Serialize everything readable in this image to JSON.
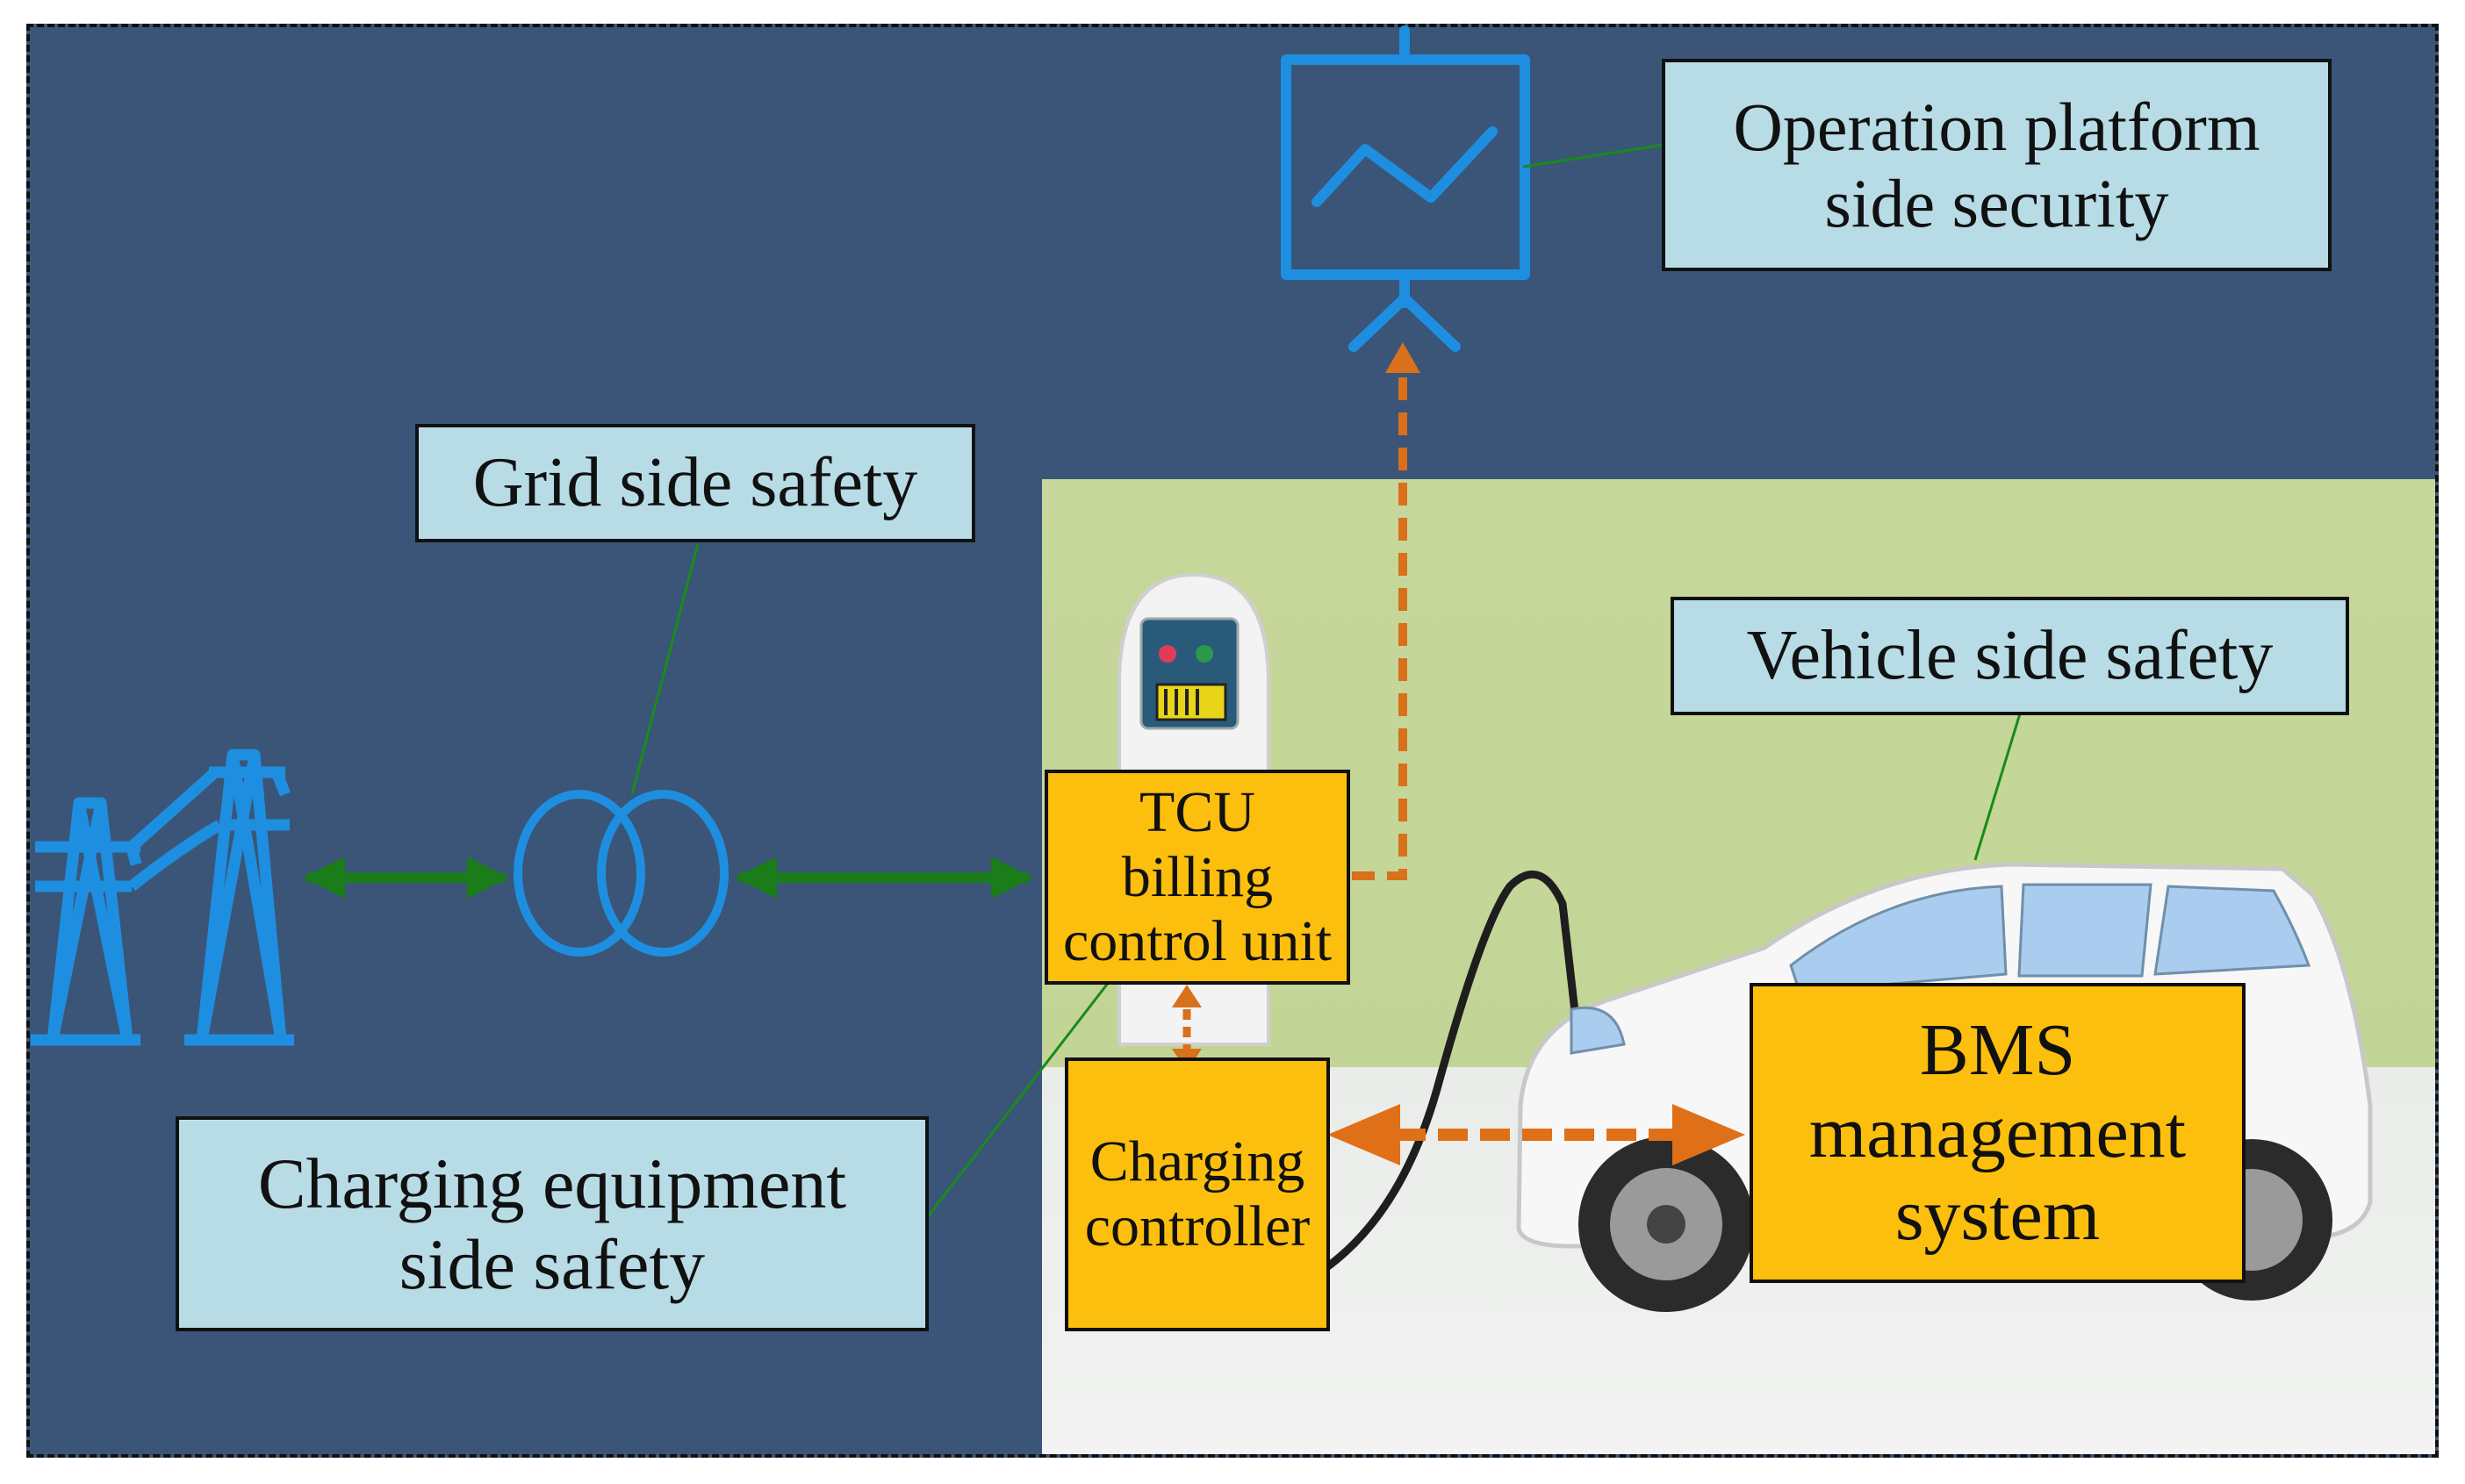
{
  "labels": {
    "operation_platform": "Operation platform\nside security",
    "grid_side": "Grid side safety",
    "vehicle_side": "Vehicle side safety",
    "charging_equipment": "Charging equipment\nside safety"
  },
  "units": {
    "tcu": "TCU\nbilling\ncontrol unit",
    "charging_controller": "Charging\ncontroller",
    "bms": "BMS\nmanagement\nsystem"
  },
  "colors": {
    "background": "#3a5578",
    "label_fill": "#b8dce6",
    "unit_fill": "#fdbf0d",
    "icon_blue": "#1e8fe0",
    "power_arrow": "#1a7d1a",
    "data_arrow": "#e07018",
    "leader_line": "#1a8a1a"
  },
  "icons": [
    "transmission-tower-icon",
    "transformer-icon",
    "monitor-icon",
    "charging-pile-icon",
    "electric-car-icon"
  ]
}
